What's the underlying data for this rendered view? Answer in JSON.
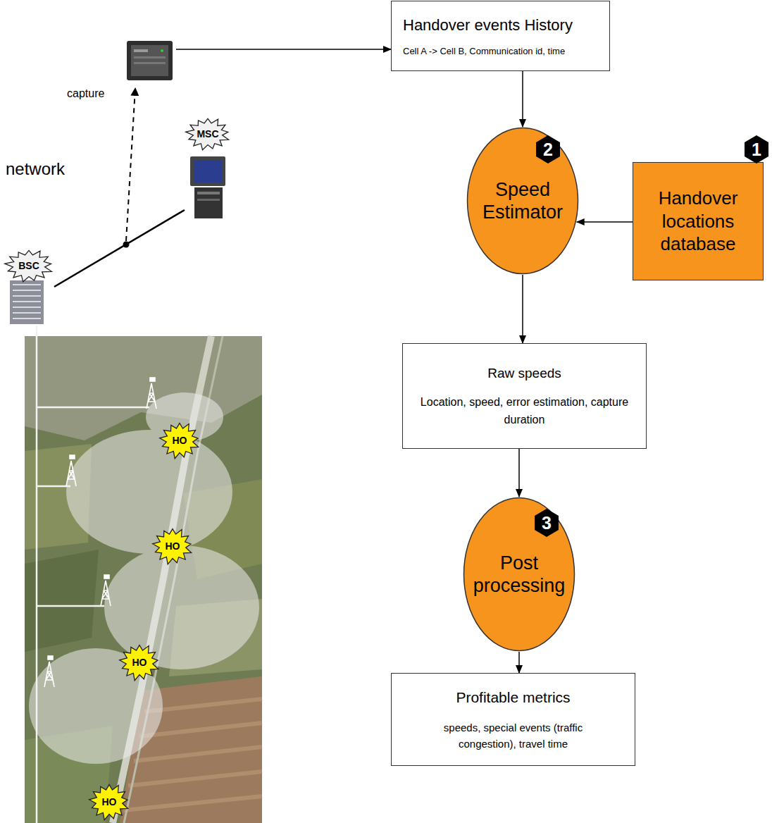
{
  "diagram": {
    "nodes": [
      {
        "text": [
          "capture"
        ]
      },
      {
        "text": [
          "MSC"
        ]
      },
      {
        "text": [
          "BSC"
        ]
      },
      {
        "text": [
          "Handover events History",
          "Cell A -> Cell B, Communication id, time"
        ]
      },
      {
        "text": [
          "Speed Estimator"
        ]
      },
      {
        "text": [
          "Handover locations database"
        ]
      },
      {
        "text": [
          "Raw speeds",
          "Location, speed, error estimation, capture duration"
        ]
      },
      {
        "text": [
          "Post processing"
        ]
      },
      {
        "text": [
          "Profitable metrics",
          "speeds, special events (traffic congestion), travel time"
        ]
      },
      {
        "text": [
          "HO"
        ]
      },
      {
        "text": [
          "HO"
        ]
      },
      {
        "text": [
          "HO"
        ]
      },
      {
        "text": [
          "HO"
        ]
      }
    ],
    "edges": [
      {
        "from": 0,
        "to": 3,
        "arrow": "to"
      },
      {
        "from": 2,
        "to": 1,
        "arrow": "none"
      },
      {
        "from": 3,
        "to": 4,
        "arrow": "to"
      },
      {
        "from": 5,
        "to": 4,
        "arrow": "to"
      },
      {
        "from": 4,
        "to": 6,
        "arrow": "to"
      },
      {
        "from": 6,
        "to": 7,
        "arrow": "to"
      },
      {
        "from": 7,
        "to": 8,
        "arrow": "to"
      }
    ],
    "labels": [
      "network",
      "1",
      "2",
      "3"
    ]
  }
}
